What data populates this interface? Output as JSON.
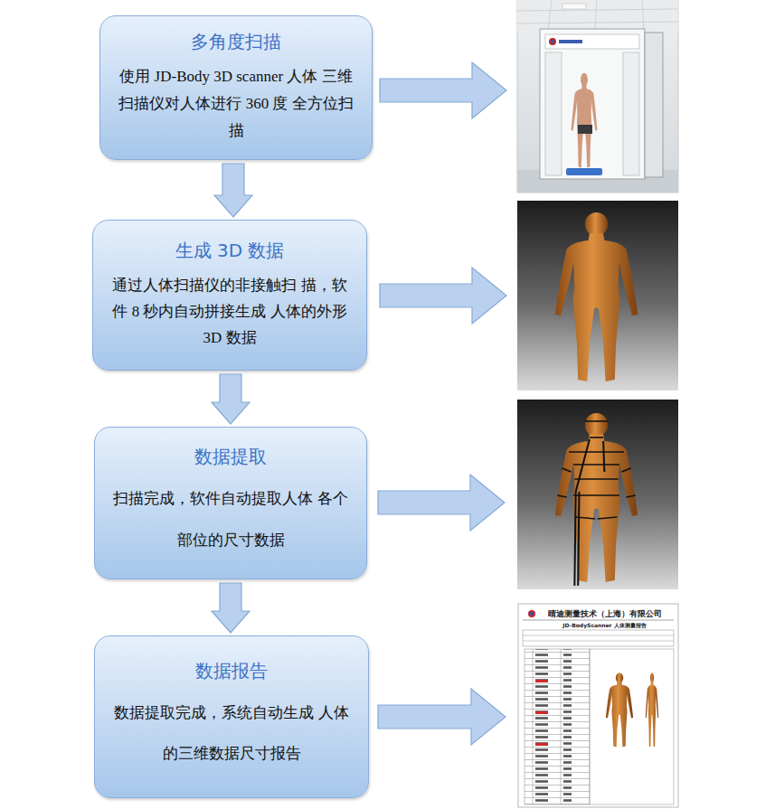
{
  "diagram": {
    "nodes": [
      {
        "text": [
          "多角度扫描",
          "使用 JD-Body 3D scanner 人体 三维扫描仪对人体进行 360 度 全方位扫描"
        ]
      },
      {
        "text": [
          "生成 3D 数据",
          "通过人体扫描仪的非接触扫 描，软件 8 秒内自动拼接生成 人体的外形 3D 数据"
        ]
      },
      {
        "text": [
          "数据提取",
          "扫描完成，软件自动提取人体 各个部位的尺寸数据"
        ]
      },
      {
        "text": [
          "数据报告",
          "数据提取完成，系统自动生成 人体的三维数据尺寸报告"
        ]
      },
      {
        "text": [
          "晴迪测量技术（上海）有限公司",
          "JD-BodyScanner 人体测量报告"
        ]
      }
    ],
    "edges": [
      {
        "from": 0,
        "to": 1,
        "arrow": "to"
      },
      {
        "from": 1,
        "to": 2,
        "arrow": "to"
      },
      {
        "from": 2,
        "to": 3,
        "arrow": "to"
      },
      {
        "from": 3,
        "to": 4,
        "arrow": "to"
      }
    ]
  }
}
